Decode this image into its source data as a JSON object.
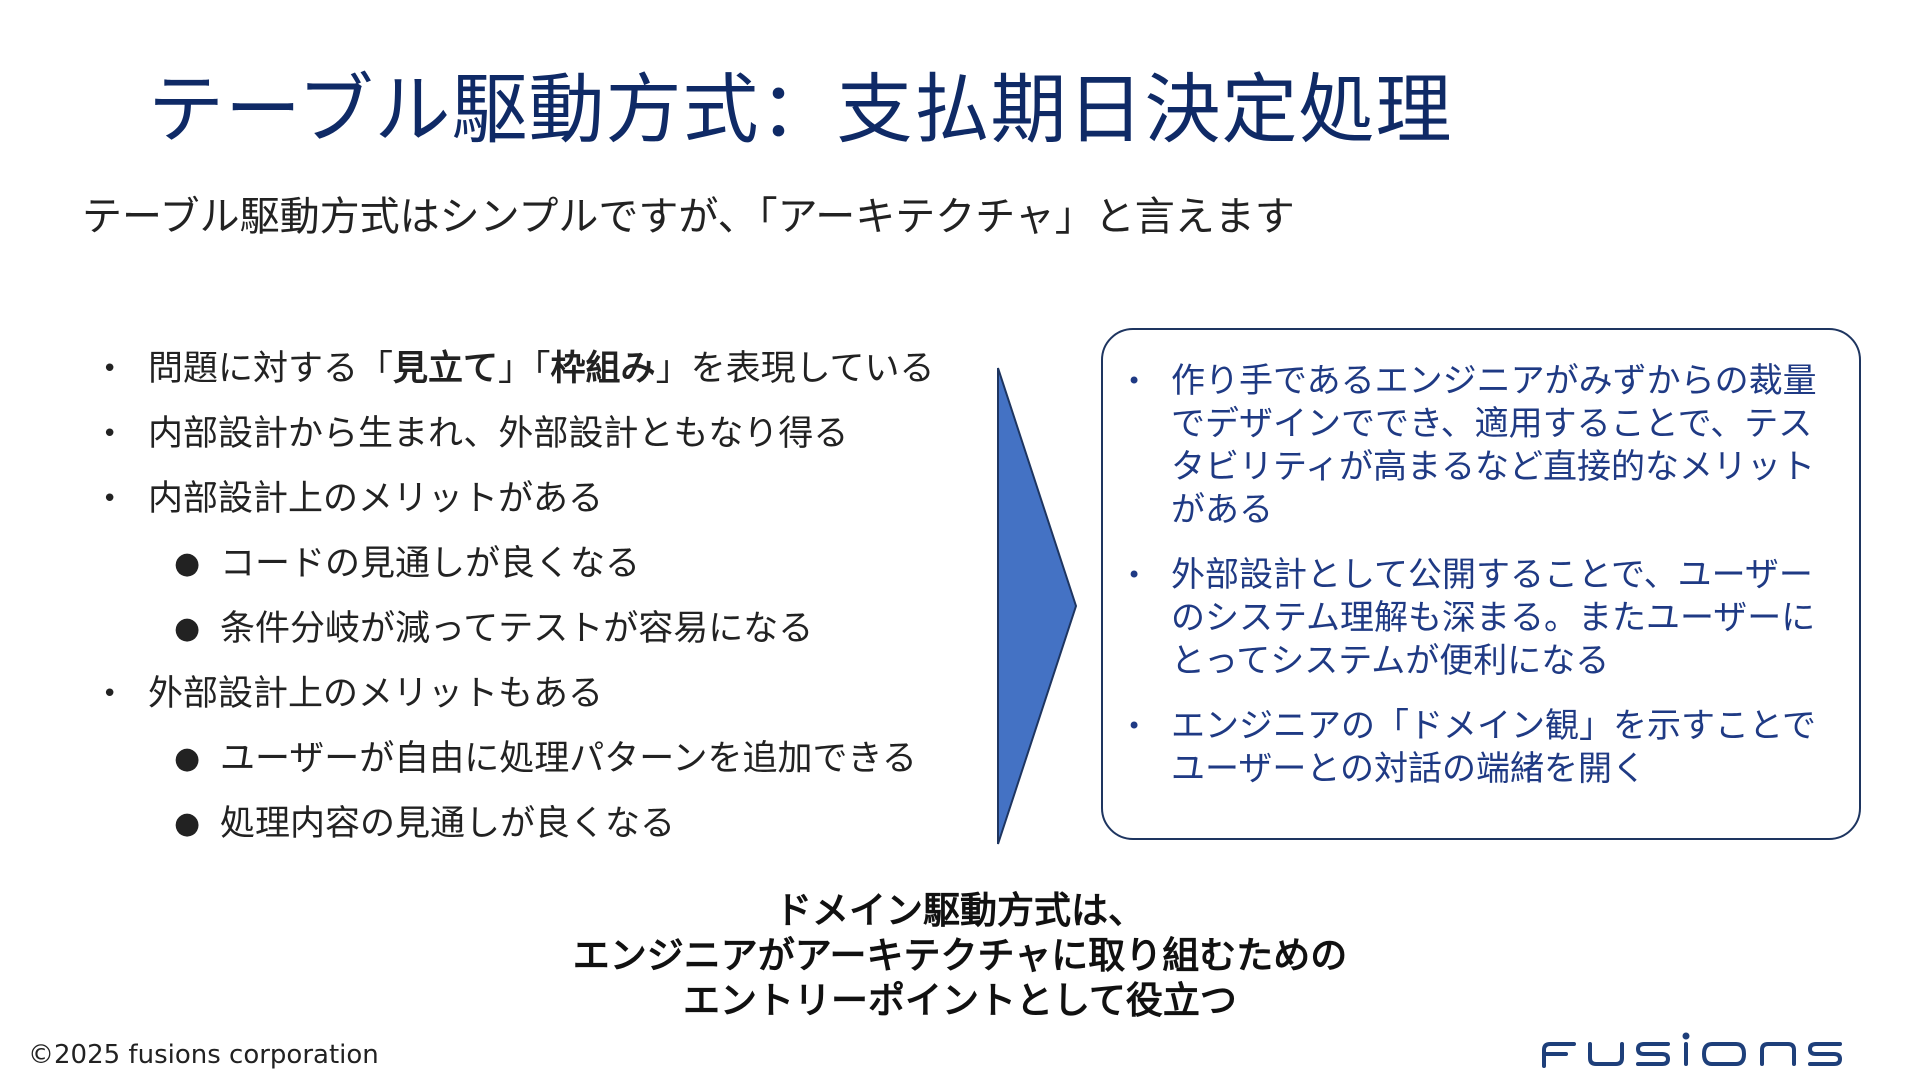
{
  "title": "テーブル駆動方式：支払期日決定処理",
  "subtitle": "テーブル駆動方式はシンプルですが、「アーキテクチャ」と言えます",
  "left_list": {
    "item1": {
      "pre": "問題に対する「",
      "bold1": "見立て",
      "mid": "」「",
      "bold2": "枠組み",
      "post": "」を表現している"
    },
    "item2": "内部設計から生まれ、外部設計ともなり得る",
    "item3": "内部設計上のメリットがある",
    "item3_sub": [
      "コードの見通しが良くなる",
      "条件分岐が減ってテストが容易になる"
    ],
    "item4": "外部設計上のメリットもある",
    "item4_sub": [
      "ユーザーが自由に処理パターンを追加できる",
      "処理内容の見通しが良くなる"
    ]
  },
  "right_box": {
    "items": [
      "作り手であるエンジニアがみずからの裁量でデザインででき、適用することで、テスタビリティが高まるなど直接的なメリットがある",
      "外部設計として公開することで、ユーザーのシステム理解も深まる。またユーザーにとってシステムが便利になる",
      "エンジニアの「ドメイン観」を示すことでユーザーとの対話の端緒を開く"
    ]
  },
  "conclusion": [
    "ドメイン駆動方式は、",
    "エンジニアがアーキテクチャに取り組むための",
    "エントリーポイントとして役立つ"
  ],
  "footer": {
    "copyright": "©2025 fusions corporation",
    "logo_text": "fusions"
  },
  "colors": {
    "title": "#0f2a66",
    "accent_blue": "#4472c4",
    "box_text": "#1f3a84",
    "logo": "#1e3f7a"
  }
}
